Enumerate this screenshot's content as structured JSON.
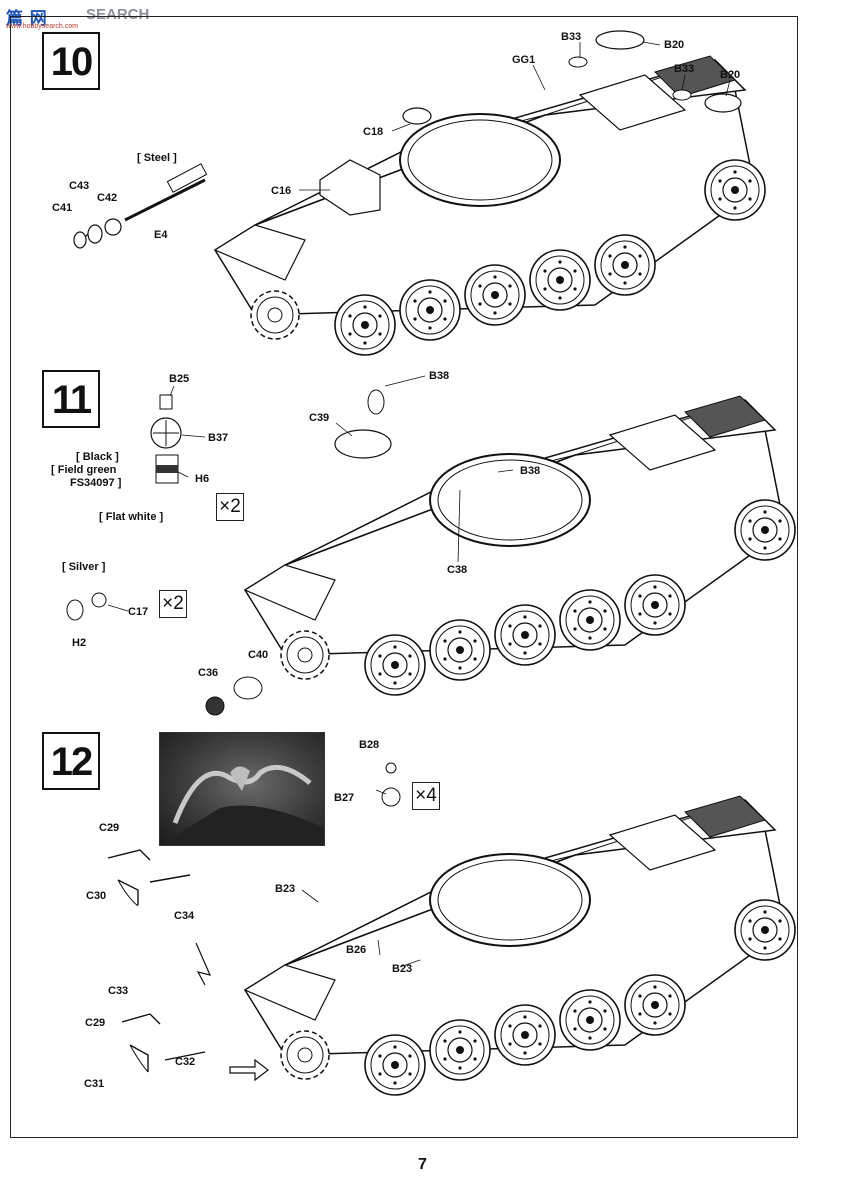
{
  "watermark": {
    "logo_chars": "篇 网",
    "logo_word": "SEARCH",
    "logo_url": "www.hobbysearch.com"
  },
  "steps": [
    {
      "number": "10"
    },
    {
      "number": "11"
    },
    {
      "number": "12"
    }
  ],
  "step10": {
    "labels": {
      "b33_top": "B33",
      "b20_top": "B20",
      "gg1": "GG1",
      "b33_right": "B33",
      "b20_right": "B20",
      "c18": "C18",
      "steel": "[ Steel ]",
      "c43": "C43",
      "c42": "C42",
      "c41": "C41",
      "e4": "E4",
      "c16": "C16"
    }
  },
  "step11": {
    "labels": {
      "b25": "B25",
      "b37": "B37",
      "black": "[ Black ]",
      "field_green": "[ Field green",
      "fs": "FS34097 ]",
      "h6": "H6",
      "flat_white": "[ Flat white ]",
      "b38_top": "B38",
      "c39": "C39",
      "b38_mid": "B38",
      "c38": "C38",
      "silver": "[ Silver ]",
      "c17": "C17",
      "h2": "H2",
      "c36": "C36",
      "c40": "C40"
    },
    "multipliers": {
      "h6": "×2",
      "c17": "×2"
    }
  },
  "step12": {
    "labels": {
      "b28": "B28",
      "b27": "B27",
      "c29_top": "C29",
      "c30": "C30",
      "c34": "C34",
      "b23_left": "B23",
      "b26": "B26",
      "b23_mid": "B23",
      "c33": "C33",
      "c29_bottom": "C29",
      "c31": "C31",
      "c32": "C32"
    },
    "multipliers": {
      "b27": "×4"
    }
  },
  "footer": {
    "page_number": "7"
  }
}
